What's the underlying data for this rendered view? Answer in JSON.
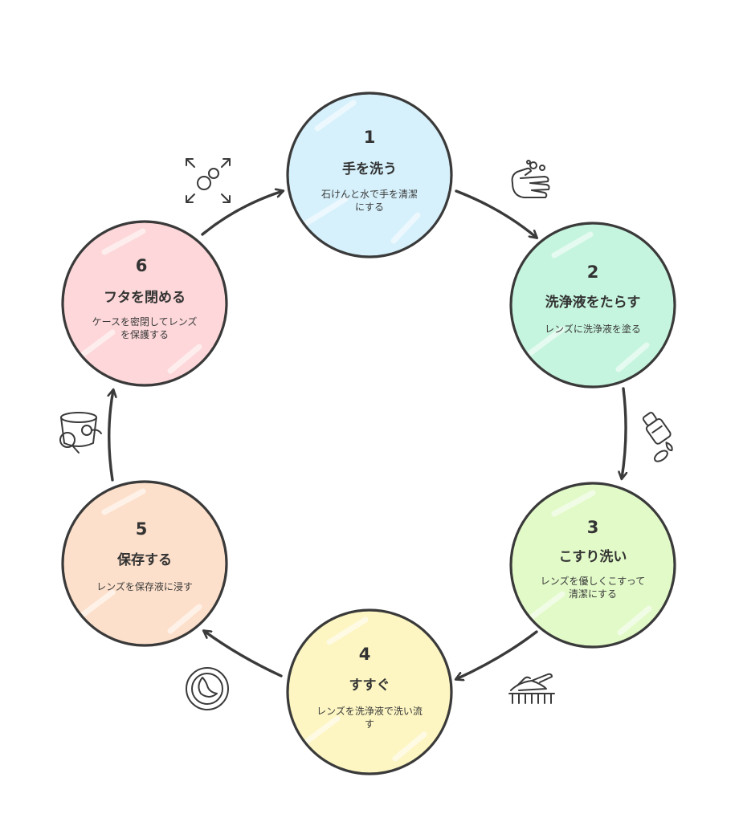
{
  "steps": [
    {
      "number": "1",
      "title": "手を洗う",
      "desc": [
        "石けんと水で手を清潔",
        "にする"
      ],
      "color": "#d6f1fc",
      "icon": "hand-wash-icon"
    },
    {
      "number": "2",
      "title": "洗浄液をたらす",
      "desc": [
        "レンズに洗浄液を塗る"
      ],
      "color": "#c6f5df",
      "icon": "dropper-bottle-icon"
    },
    {
      "number": "3",
      "title": "こすり洗い",
      "desc": [
        "レンズを優しくこすって",
        "清潔にする"
      ],
      "color": "#e2fac8",
      "icon": "finger-rub-icon"
    },
    {
      "number": "4",
      "title": "すすぐ",
      "desc": [
        "レンズを洗浄液で洗い流",
        "す"
      ],
      "color": "#fdf6c2",
      "icon": "contact-lens-icon"
    },
    {
      "number": "5",
      "title": "保存する",
      "desc": [
        "レンズを保存液に浸す"
      ],
      "color": "#fde0cb",
      "icon": "lens-case-icon"
    },
    {
      "number": "6",
      "title": "フタを閉める",
      "desc": [
        "ケースを密閉してレンズ",
        "を保護する"
      ],
      "color": "#fdd7d9",
      "icon": "seal-expand-icon"
    }
  ]
}
